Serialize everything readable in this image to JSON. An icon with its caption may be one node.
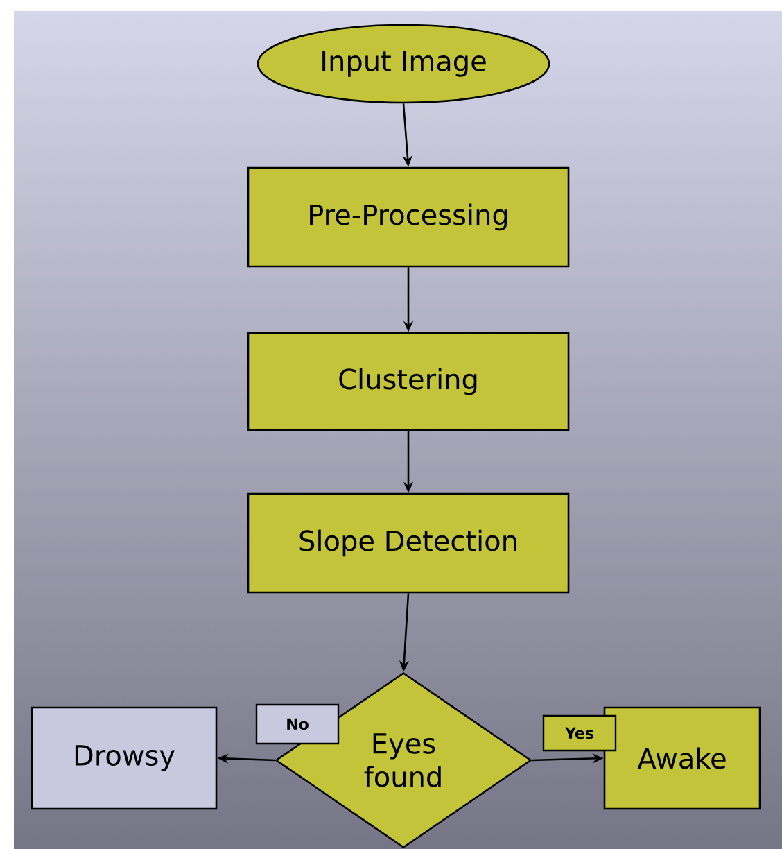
{
  "diagram": {
    "nodes": [
      {
        "text": [
          "Input Image"
        ]
      },
      {
        "text": [
          "Pre-Processing"
        ]
      },
      {
        "text": [
          "Clustering"
        ]
      },
      {
        "text": [
          "Slope Detection"
        ]
      },
      {
        "text": [
          "Eyes found"
        ]
      },
      {
        "text": [
          "Drowsy"
        ]
      },
      {
        "text": [
          "Awake"
        ]
      }
    ],
    "edges": [
      {
        "from": 0,
        "to": 1,
        "arrow": "to"
      },
      {
        "from": 1,
        "to": 2,
        "arrow": "to"
      },
      {
        "from": 2,
        "to": 3,
        "arrow": "to"
      },
      {
        "from": 3,
        "to": 4,
        "arrow": "to"
      },
      {
        "from": 4,
        "to": 5,
        "label": "No",
        "arrow": "to"
      },
      {
        "from": 4,
        "to": 6,
        "label": "Yes",
        "arrow": "to"
      }
    ]
  }
}
